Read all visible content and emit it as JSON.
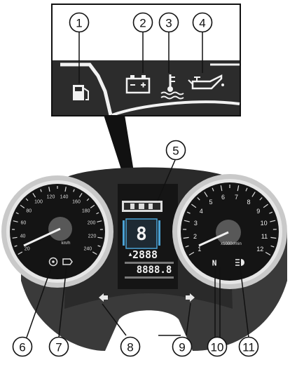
{
  "callouts": [
    "1",
    "2",
    "3",
    "4",
    "5",
    "6",
    "7",
    "8",
    "9",
    "10",
    "11"
  ],
  "icons": {
    "1": "fuel-pump-icon",
    "2": "battery-icon",
    "3": "coolant-temperature-icon",
    "4": "oil-can-icon",
    "6": "engine-warning-icon",
    "7": "check-engine-icon",
    "8": "left-turn-signal-icon",
    "9": "right-turn-signal-icon",
    "10": "neutral-indicator",
    "11": "high-beam-icon"
  },
  "speedometer": {
    "ticks": [
      "20",
      "40",
      "60",
      "80",
      "100",
      "120",
      "140",
      "160",
      "180",
      "200",
      "220",
      "240"
    ],
    "unit": "km/h"
  },
  "tachometer": {
    "ticks": [
      "1",
      "2",
      "3",
      "4",
      "5",
      "6",
      "7",
      "8",
      "9",
      "10",
      "11",
      "12"
    ],
    "unit": "x1000r/min"
  },
  "display": {
    "gear": "8",
    "upper_digits": "2888",
    "lower_digits": "8888.8"
  },
  "neutral_label": "N",
  "colors": {
    "panel": "#2f2f2f",
    "gauge_ring": "#c9c9c9",
    "dial_face": "#141414",
    "lcd_accent": "#4ba3d6"
  }
}
